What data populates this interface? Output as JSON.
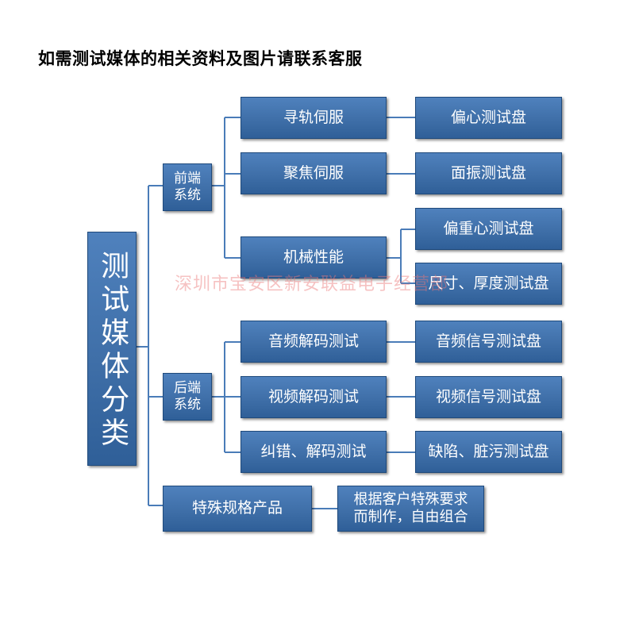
{
  "title": "如需测试媒体的相关资料及图片请联系客服",
  "watermark": "深圳市宝安区新安联益电子经营部",
  "root": "测试媒体分类",
  "groups": {
    "front": {
      "label": "前端\n系统",
      "items": [
        {
          "name": "寻轨伺服",
          "children": [
            "偏心测试盘"
          ]
        },
        {
          "name": "聚焦伺服",
          "children": [
            "面振测试盘"
          ]
        },
        {
          "name": "机械性能",
          "children": [
            "偏重心测试盘",
            "尺寸、厚度测试盘"
          ]
        }
      ]
    },
    "back": {
      "label": "后端\n系统",
      "items": [
        {
          "name": "音频解码测试",
          "children": [
            "音频信号测试盘"
          ]
        },
        {
          "name": "视频解码测试",
          "children": [
            "视频信号测试盘"
          ]
        },
        {
          "name": "纠错、解码测试",
          "children": [
            "缺陷、脏污测试盘"
          ]
        }
      ]
    },
    "special": {
      "name": "特殊规格产品",
      "child": "根据客户特殊要求\n而制作，自由组合"
    }
  },
  "colors": {
    "node_fill": "#3f6fa8",
    "node_border": "#1f4a7c",
    "connector": "#4a7cb8",
    "text": "#ffffff"
  }
}
